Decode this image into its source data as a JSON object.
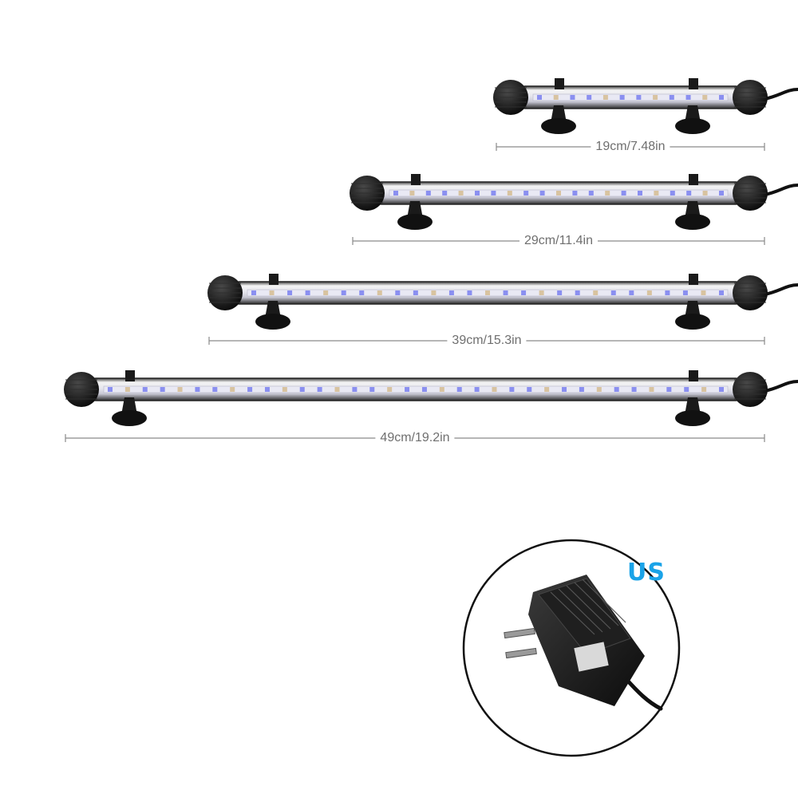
{
  "products": [
    {
      "name": "light-bar-19cm",
      "length_label": "19cm/7.48in",
      "leds": 12
    },
    {
      "name": "light-bar-29cm",
      "length_label": "29cm/11.4in",
      "leds": 21
    },
    {
      "name": "light-bar-39cm",
      "length_label": "39cm/15.3in",
      "leds": 27
    },
    {
      "name": "light-bar-49cm",
      "length_label": "49cm/19.2in",
      "leds": 36
    }
  ],
  "adapter": {
    "region_label": "US",
    "icon": "power-adapter-icon"
  },
  "colors": {
    "led_blue": "#8a8ff0",
    "led_warm": "#d8c3a0",
    "badge": "#1aa3e8",
    "cap": "#141414"
  }
}
